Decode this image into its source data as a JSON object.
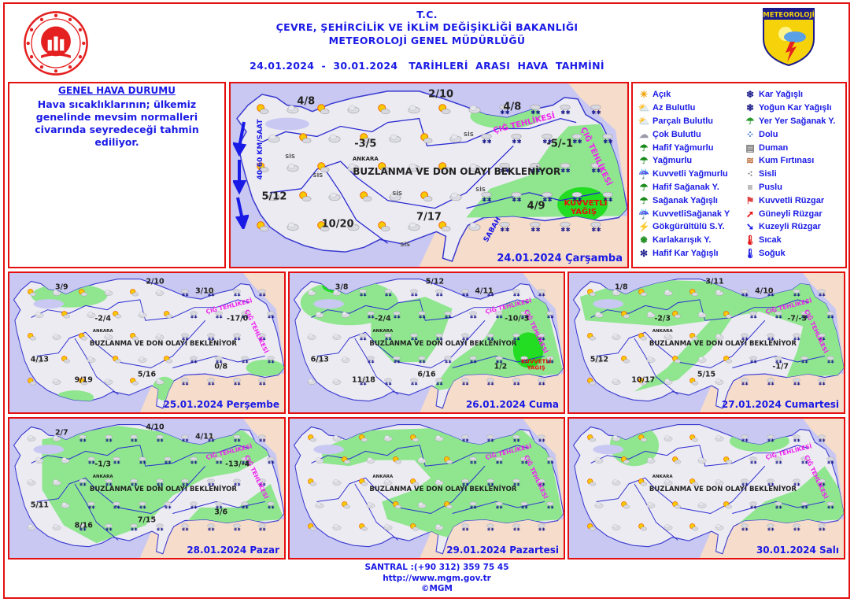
{
  "header": {
    "line1": "T.C.",
    "line2": "ÇEVRE, ŞEHİRCİLİK VE İKLİM DEĞİŞİKLİĞİ BAKANLIĞI",
    "line3": "METEOROLOJİ  GENEL  MÜDÜRLÜĞÜ",
    "period": "24.01.2024  -  30.01.2024   TARİHLERİ  ARASI  HAVA  TAHMİNİ",
    "right_logo_text": "METEOROLOJİ"
  },
  "genel": {
    "title": "GENEL HAVA DURUMU",
    "text": "Hava sıcaklıklarının; ülkemiz genelinde mevsim normalleri civarında seyredeceği tahmin ediliyor."
  },
  "legend": [
    {
      "label": "Açık",
      "icon": "sun-icon"
    },
    {
      "label": "Kar Yağışlı",
      "icon": "snow-icon"
    },
    {
      "label": "Az Bulutlu",
      "icon": "sun-cloud-icon"
    },
    {
      "label": "Yoğun Kar Yağışlı",
      "icon": "heavy-snow-icon"
    },
    {
      "label": "Parçalı Bulutlu",
      "icon": "partly-cloudy-icon"
    },
    {
      "label": "Yer Yer Sağanak Y.",
      "icon": "scattered-showers-icon"
    },
    {
      "label": "Çok Bulutlu",
      "icon": "cloud-icon"
    },
    {
      "label": "Dolu",
      "icon": "hail-icon"
    },
    {
      "label": "Hafif Yağmurlu",
      "icon": "light-rain-icon"
    },
    {
      "label": "Duman",
      "icon": "smoke-icon"
    },
    {
      "label": "Yağmurlu",
      "icon": "rain-icon"
    },
    {
      "label": "Kum Fırtınası",
      "icon": "sandstorm-icon"
    },
    {
      "label": "Kuvvetli Yağmurlu",
      "icon": "heavy-rain-icon"
    },
    {
      "label": "Sisli",
      "icon": "fog-icon"
    },
    {
      "label": "Hafif Sağanak Y.",
      "icon": "light-shower-icon"
    },
    {
      "label": "Puslu",
      "icon": "haze-icon"
    },
    {
      "label": "Sağanak Yağışlı",
      "icon": "shower-icon"
    },
    {
      "label": "Kuvvetli Rüzgar",
      "icon": "strong-wind-icon"
    },
    {
      "label": "KuvvetliSağanak Y",
      "icon": "heavy-shower-icon"
    },
    {
      "label": "Güneyli Rüzgar",
      "icon": "south-wind-arrow-icon"
    },
    {
      "label": "Gökgürültülü S.Y.",
      "icon": "thunderstorm-icon"
    },
    {
      "label": "Kuzeyli Rüzgar",
      "icon": "north-wind-arrow-icon"
    },
    {
      "label": "Karlakarışık Y.",
      "icon": "sleet-icon"
    },
    {
      "label": "Sıcak",
      "icon": "hot-thermometer-icon"
    },
    {
      "label": "Hafif Kar Yağışlı",
      "icon": "light-snow-icon"
    },
    {
      "label": "Soğuk",
      "icon": "cold-thermometer-icon"
    }
  ],
  "map_labels": {
    "frost": "BUZLANMA VE DON OLAYI BEKLENİYOR",
    "avalanche": "ÇIĞ TEHLİKESİ",
    "heavy_precip": "KUVVETLİ YAĞIŞ",
    "morning": "SABAH",
    "wind": "40-60 KM/SAAT",
    "fog": "SİS",
    "ankara": "ANKARA"
  },
  "maps": [
    {
      "date": "24.01.2024 Çarşamba",
      "temps": [
        "4/8",
        "2/10",
        "4/8",
        "-3/5",
        "-5/-1",
        "5/12",
        "10/20",
        "7/17",
        "4/9"
      ]
    },
    {
      "date": "25.01.2024 Perşembe",
      "temps": [
        "3/9",
        "2/10",
        "3/10",
        "-2/4",
        "-17/0",
        "4/13",
        "9/19",
        "5/16",
        "0/8"
      ]
    },
    {
      "date": "26.01.2024 Cuma",
      "temps": [
        "3/8",
        "5/12",
        "4/11",
        "-2/4",
        "-10/-3",
        "6/13",
        "11/18",
        "6/16",
        "1/2"
      ]
    },
    {
      "date": "27.01.2024 Cumartesi",
      "temps": [
        "1/8",
        "3/11",
        "4/10",
        "-2/3",
        "-7/-3",
        "5/12",
        "10/17",
        "5/15",
        "-1/7"
      ]
    },
    {
      "date": "28.01.2024 Pazar",
      "temps": [
        "2/7",
        "4/10",
        "4/11",
        "-1/3",
        "-13/-4",
        "5/11",
        "8/16",
        "7/15",
        "3/6"
      ]
    },
    {
      "date": "29.01.2024 Pazartesi",
      "temps": []
    },
    {
      "date": "30.01.2024 Salı",
      "temps": []
    }
  ],
  "footer": {
    "phone": "SANTRAL :(+90 312) 359 75 45",
    "url": "http://www.mgm.gov.tr",
    "copyright": "©MGM"
  },
  "colors": {
    "accent": "#1a1ae6",
    "border": "#e41010",
    "green": "#8fe68f",
    "sea": "#c8c8f2",
    "land": "#ecebf2",
    "neighbor": "#f5dccb"
  }
}
